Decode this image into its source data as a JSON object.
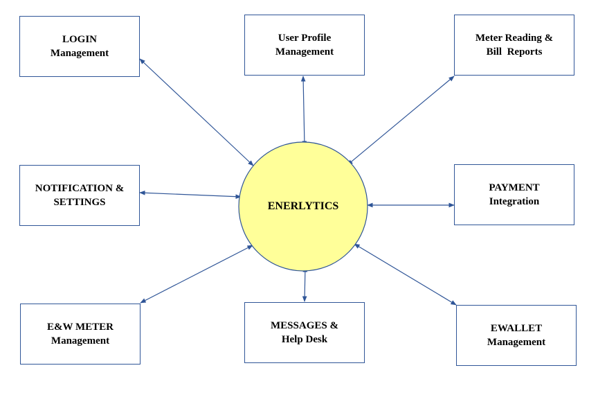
{
  "hub": {
    "label": "ENERLYTICS",
    "fill_color": "#ffff99",
    "border_color": "#2f5597"
  },
  "connector_color": "#2f5597",
  "modules": {
    "login": {
      "line1": "LOGIN",
      "line2": "Management"
    },
    "user_profile": {
      "line1": "User Profile",
      "line2": "Management"
    },
    "meter_reading": {
      "line1": "Meter Reading &",
      "line2": "Bill  Reports"
    },
    "notification": {
      "line1": "NOTIFICATION &",
      "line2": "SETTINGS"
    },
    "payment": {
      "line1": "PAYMENT",
      "line2": "Integration"
    },
    "ew_meter": {
      "line1": "E&W METER",
      "line2": "Management"
    },
    "messages": {
      "line1": "MESSAGES &",
      "line2": "Help Desk"
    },
    "ewallet": {
      "line1": "EWALLET",
      "line2": "Management"
    }
  }
}
